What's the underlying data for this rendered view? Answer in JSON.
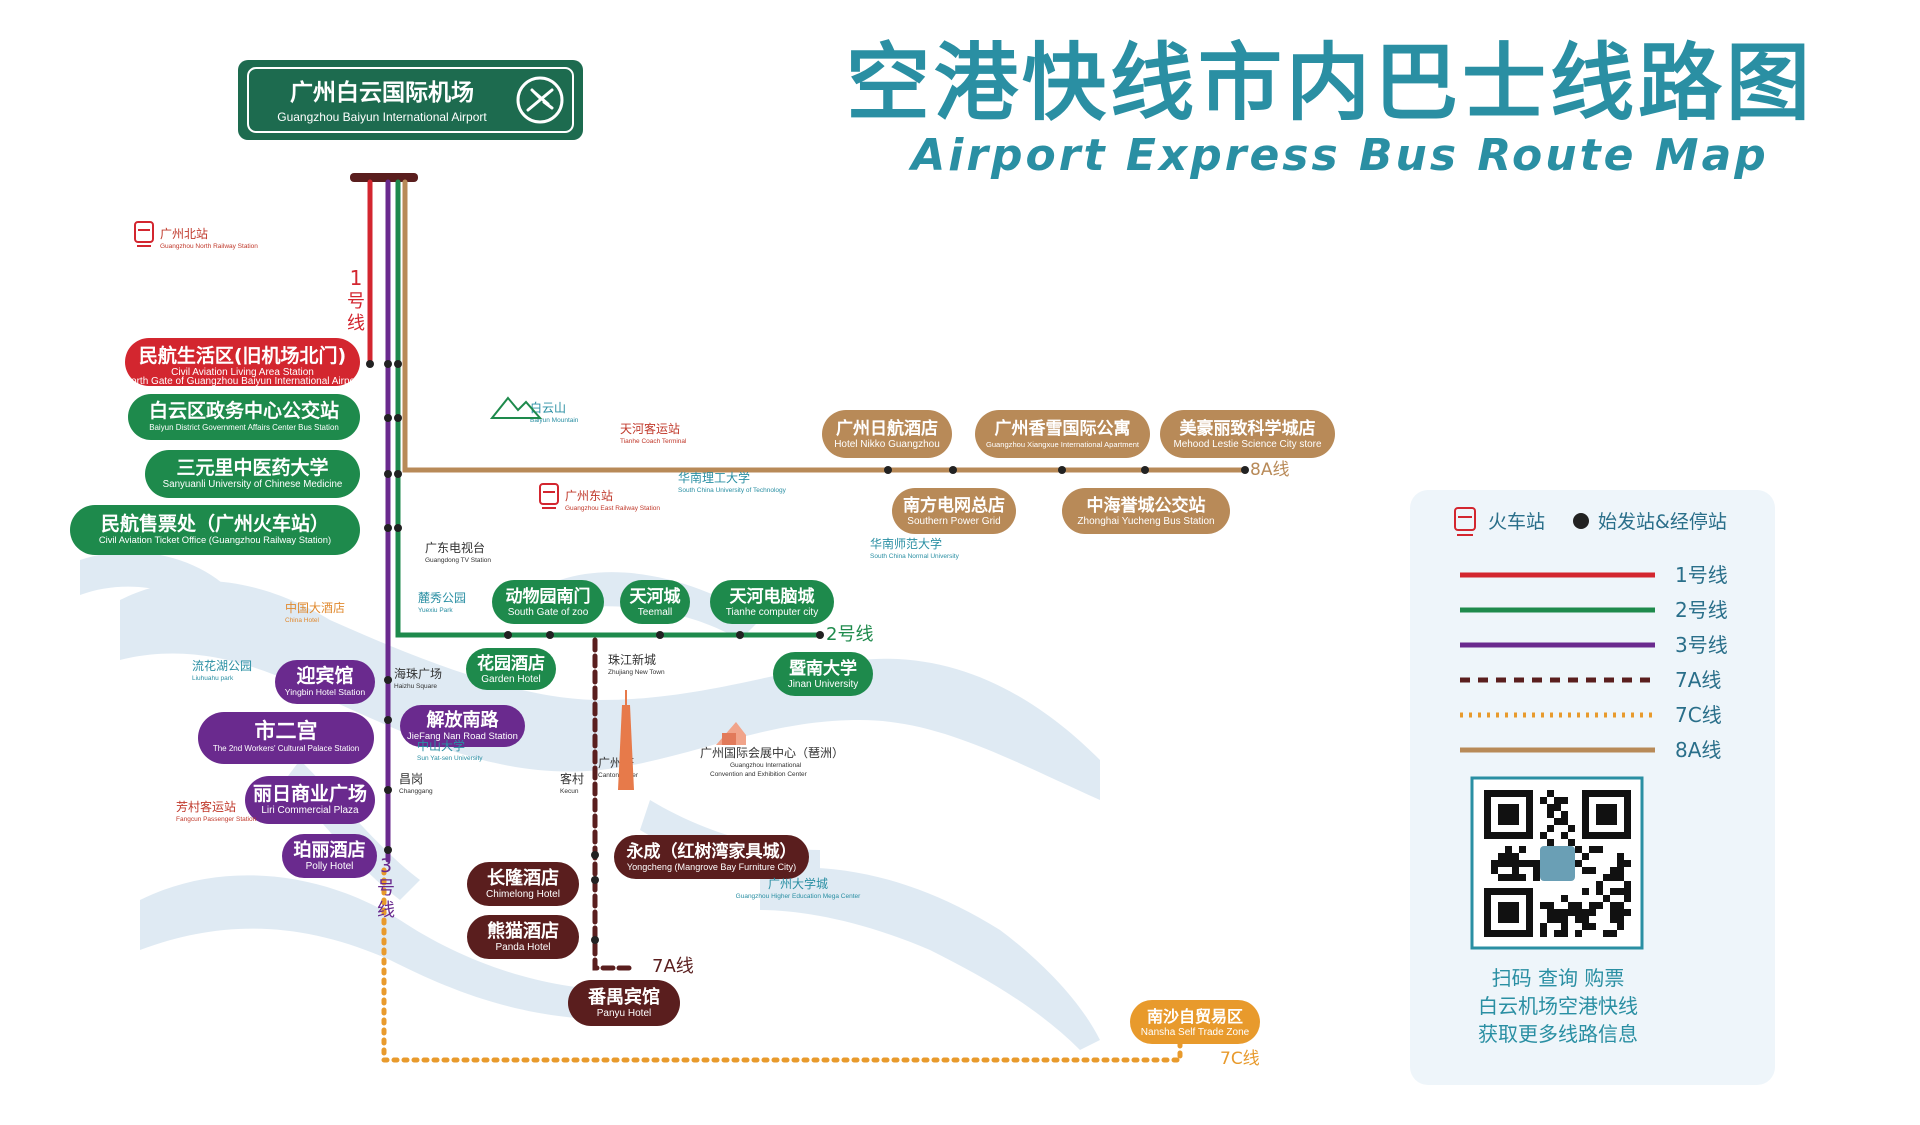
{
  "title": {
    "cn": "空港快线市内巴士线路图",
    "en": "Airport Express Bus Route Map"
  },
  "colors": {
    "line1": "#d3262f",
    "line2": "#1e8a4c",
    "line3": "#6a2a8e",
    "line7a": "#5a1e1e",
    "line7c": "#e89a2c",
    "line8a": "#b88a58",
    "title": "#2a8fa3",
    "airport": "#1d6b4f",
    "water": "#dce8f2",
    "legend_bg": "#eef5fa"
  },
  "airport": {
    "cn": "广州白云国际机场",
    "en": "Guangzhou Baiyun International Airport",
    "icon": "airplane-icon"
  },
  "line_labels": {
    "line1_vertical": [
      "1",
      "号",
      "线"
    ],
    "line2": "2号线",
    "line3_vertical": [
      "3",
      "号",
      "线"
    ],
    "line7a": "7A线",
    "line7c": "7C线",
    "line8a": "8A线"
  },
  "stations": [
    {
      "id": "s1",
      "cn": "民航生活区(旧机场北门)",
      "en1": "Civil Aviation Living Area Station",
      "en2": "North Gate of Guangzhou Baiyun International Airport",
      "color": "line1"
    },
    {
      "id": "s2",
      "cn": "白云区政务中心公交站",
      "en1": "Baiyun District Government Affairs Center Bus Station",
      "en2": "",
      "color": "line2"
    },
    {
      "id": "s3",
      "cn": "三元里中医药大学",
      "en1": "Sanyuanli University of Chinese Medicine",
      "en2": "",
      "color": "line2"
    },
    {
      "id": "s4",
      "cn": "民航售票处（广州火车站）",
      "en1": "Civil Aviation Ticket Office (Guangzhou Railway Station)",
      "en2": "",
      "color": "line2"
    },
    {
      "id": "s5",
      "cn": "广州日航酒店",
      "en1": "Hotel Nikko Guangzhou",
      "en2": "",
      "color": "line8a"
    },
    {
      "id": "s6",
      "cn": "广州香雪国际公寓",
      "en1": "Guangzhou Xiangxue International Apartment",
      "en2": "",
      "color": "line8a"
    },
    {
      "id": "s7",
      "cn": "美豪丽致科学城店",
      "en1": "Mehood Lestie Science City store",
      "en2": "",
      "color": "line8a"
    },
    {
      "id": "s8",
      "cn": "南方电网总店",
      "en1": "Southern Power Grid",
      "en2": "",
      "color": "line8a"
    },
    {
      "id": "s9",
      "cn": "中海誉城公交站",
      "en1": "Zhonghai Yucheng Bus Station",
      "en2": "",
      "color": "line8a"
    },
    {
      "id": "s10",
      "cn": "动物园南门",
      "en1": "South Gate of zoo",
      "en2": "",
      "color": "line2"
    },
    {
      "id": "s11",
      "cn": "天河城",
      "en1": "Teemall",
      "en2": "",
      "color": "line2"
    },
    {
      "id": "s12",
      "cn": "天河电脑城",
      "en1": "Tianhe computer city",
      "en2": "",
      "color": "line2"
    },
    {
      "id": "s13",
      "cn": "花园酒店",
      "en1": "Garden Hotel",
      "en2": "",
      "color": "line2"
    },
    {
      "id": "s14",
      "cn": "暨南大学",
      "en1": "Jinan University",
      "en2": "",
      "color": "line2"
    },
    {
      "id": "s15",
      "cn": "迎宾馆",
      "en1": "Yingbin Hotel Station",
      "en2": "",
      "color": "line3"
    },
    {
      "id": "s16",
      "cn": "市二宫",
      "en1": "The 2nd Workers' Cultural Palace Station",
      "en2": "",
      "color": "line3"
    },
    {
      "id": "s17",
      "cn": "解放南路",
      "en1": "JieFang Nan Road Station",
      "en2": "",
      "color": "line3"
    },
    {
      "id": "s18",
      "cn": "丽日商业广场",
      "en1": "Liri Commercial Plaza",
      "en2": "",
      "color": "line3"
    },
    {
      "id": "s19",
      "cn": "珀丽酒店",
      "en1": "Polly Hotel",
      "en2": "",
      "color": "line3"
    },
    {
      "id": "s20",
      "cn": "永成（红树湾家具城）",
      "en1": "Yongcheng (Mangrove Bay Furniture City)",
      "en2": "",
      "color": "line7a"
    },
    {
      "id": "s21",
      "cn": "长隆酒店",
      "en1": "Chimelong Hotel",
      "en2": "",
      "color": "line7a"
    },
    {
      "id": "s22",
      "cn": "熊猫酒店",
      "en1": "Panda Hotel",
      "en2": "",
      "color": "line7a"
    },
    {
      "id": "s23",
      "cn": "番禺宾馆",
      "en1": "Panyu Hotel",
      "en2": "",
      "color": "line7a"
    },
    {
      "id": "s24",
      "cn": "南沙自贸易区",
      "en1": "Nansha Self Trade Zone",
      "en2": "",
      "color": "line7c"
    }
  ],
  "landmarks": [
    {
      "id": "l1",
      "cn": "广州北站",
      "en": "Guangzhou North Railway Station",
      "icon": "train-icon",
      "tone": "red"
    },
    {
      "id": "l2",
      "cn": "白云山",
      "en": "Baiyun Mountain",
      "icon": "mountain-icon",
      "tone": "teal"
    },
    {
      "id": "l3",
      "cn": "天河客运站",
      "en": "Tianhe Coach Terminal",
      "icon": "",
      "tone": "red"
    },
    {
      "id": "l4",
      "cn": "华南理工大学",
      "en": "South China University of Technology",
      "icon": "",
      "tone": "teal"
    },
    {
      "id": "l5",
      "cn": "广州东站",
      "en": "Guangzhou East Railway Station",
      "icon": "train-icon",
      "tone": "red"
    },
    {
      "id": "l6",
      "cn": "华南师范大学",
      "en": "South China Normal University",
      "icon": "",
      "tone": "teal"
    },
    {
      "id": "l7",
      "cn": "广东电视台",
      "en": "Guangdong TV Station",
      "icon": "",
      "tone": "dark"
    },
    {
      "id": "l8",
      "cn": "麓秀公园",
      "en": "Yuexiu Park",
      "icon": "",
      "tone": "teal"
    },
    {
      "id": "l9",
      "cn": "中国大酒店",
      "en": "China Hotel",
      "icon": "",
      "tone": "orange"
    },
    {
      "id": "l10",
      "cn": "流花湖公园",
      "en": "Liuhuahu park",
      "icon": "",
      "tone": "teal"
    },
    {
      "id": "l11",
      "cn": "海珠广场",
      "en": "Haizhu Square",
      "icon": "",
      "tone": "dark"
    },
    {
      "id": "l12",
      "cn": "中山大学",
      "en": "Sun Yat-sen University",
      "icon": "",
      "tone": "teal"
    },
    {
      "id": "l13",
      "cn": "昌岗",
      "en": "Changgang",
      "icon": "",
      "tone": "dark"
    },
    {
      "id": "l14",
      "cn": "芳村客运站",
      "en": "Fangcun Passenger Station",
      "icon": "",
      "tone": "red"
    },
    {
      "id": "l15",
      "cn": "珠江新城",
      "en": "Zhujiang New Town",
      "icon": "",
      "tone": "dark"
    },
    {
      "id": "l16",
      "cn": "广州塔",
      "en": "Canton Tower",
      "icon": "tower-icon",
      "tone": "dark"
    },
    {
      "id": "l17",
      "cn": "客村",
      "en": "Kecun",
      "icon": "",
      "tone": "dark"
    },
    {
      "id": "l18",
      "cn": "广州国际会展中心（琶洲）",
      "en1": "Guangzhou International",
      "en2": "Convention and Exhibition Center",
      "icon": "building-icon",
      "tone": "dark"
    },
    {
      "id": "l19",
      "cn": "广州大学城",
      "en": "Guangzhou Higher Education Mega Center",
      "icon": "",
      "tone": "teal"
    }
  ],
  "legend": {
    "train_label": "火车站",
    "stop_label": "始发站&经停站",
    "items": [
      {
        "label": "1号线",
        "color": "line1",
        "style": "solid"
      },
      {
        "label": "2号线",
        "color": "line2",
        "style": "solid"
      },
      {
        "label": "3号线",
        "color": "line3",
        "style": "solid"
      },
      {
        "label": "7A线",
        "color": "line7a",
        "style": "dashed"
      },
      {
        "label": "7C线",
        "color": "line7c",
        "style": "dotted"
      },
      {
        "label": "8A线",
        "color": "line8a",
        "style": "solid"
      }
    ],
    "qr_caption": [
      "扫码 查询 购票",
      "白云机场空港快线",
      "获取更多线路信息"
    ]
  }
}
